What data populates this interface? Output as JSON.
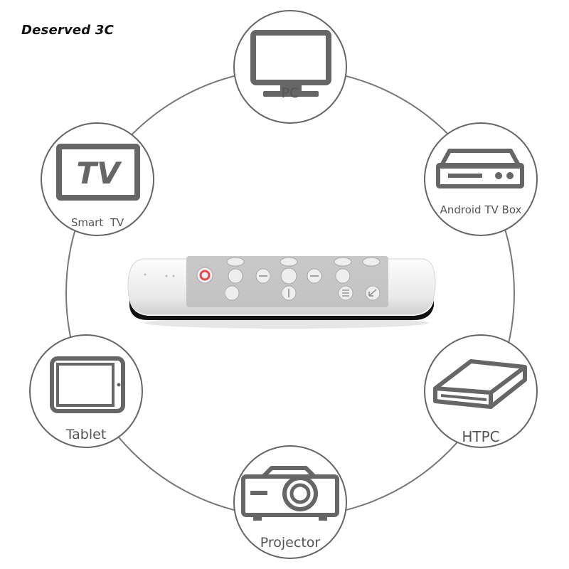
{
  "watermark": "Deserved 3C",
  "devices": {
    "pc": {
      "label": "PC",
      "icon": "monitor-icon"
    },
    "smart_tv": {
      "label": "Smart  TV",
      "screen_text": "TV",
      "icon": "tv-icon"
    },
    "android_box": {
      "label": "Android TV Box",
      "icon": "set-top-box-icon"
    },
    "tablet": {
      "label": "Tablet",
      "icon": "tablet-icon"
    },
    "htpc": {
      "label": "HTPC",
      "icon": "htpc-box-icon"
    },
    "projector": {
      "label": "Projector",
      "icon": "projector-icon"
    }
  },
  "colors": {
    "outline": "#666666",
    "icon": "#666666",
    "power_button": "#e8484c",
    "remote_body": "#f4f4f4"
  }
}
